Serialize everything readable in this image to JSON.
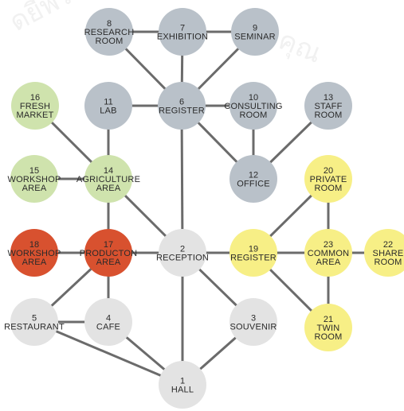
{
  "colors": {
    "grey": "#b9c1c9",
    "light": "#e3e3e3",
    "green": "#cfe3ad",
    "red": "#d8512f",
    "yellow": "#f7ef86",
    "edge": "#6b6b6b"
  },
  "nodes": [
    {
      "id": "8",
      "lines": [
        "RESEARCH",
        "ROOM"
      ],
      "color": "grey"
    },
    {
      "id": "7",
      "lines": [
        "EXHIBITION"
      ],
      "color": "grey"
    },
    {
      "id": "9",
      "lines": [
        "SEMINAR"
      ],
      "color": "grey"
    },
    {
      "id": "11",
      "lines": [
        "LAB"
      ],
      "color": "grey"
    },
    {
      "id": "6",
      "lines": [
        "REGISTER"
      ],
      "color": "grey"
    },
    {
      "id": "10",
      "lines": [
        "CONSULTING",
        "ROOM"
      ],
      "color": "grey"
    },
    {
      "id": "13",
      "lines": [
        "STAFF",
        "ROOM"
      ],
      "color": "grey"
    },
    {
      "id": "16",
      "lines": [
        "FRESH",
        "MARKET"
      ],
      "color": "green"
    },
    {
      "id": "15",
      "lines": [
        "WORKSHOP",
        "AREA"
      ],
      "color": "green"
    },
    {
      "id": "14",
      "lines": [
        "AGRICULTURE",
        "AREA"
      ],
      "color": "green"
    },
    {
      "id": "12",
      "lines": [
        "OFFICE"
      ],
      "color": "grey"
    },
    {
      "id": "20",
      "lines": [
        "PRIVATE",
        "ROOM"
      ],
      "color": "yellow"
    },
    {
      "id": "18",
      "lines": [
        "WORKSHOP",
        "AREA"
      ],
      "color": "red"
    },
    {
      "id": "17",
      "lines": [
        "PRODUCTON",
        "AREA"
      ],
      "color": "red"
    },
    {
      "id": "2",
      "lines": [
        "RECEPTION"
      ],
      "color": "light"
    },
    {
      "id": "19",
      "lines": [
        "REGISTER"
      ],
      "color": "yellow"
    },
    {
      "id": "23",
      "lines": [
        "COMMON",
        "AREA"
      ],
      "color": "yellow"
    },
    {
      "id": "22",
      "lines": [
        "SHARE",
        "ROOM"
      ],
      "color": "yellow"
    },
    {
      "id": "5",
      "lines": [
        "RESTAURANT"
      ],
      "color": "light"
    },
    {
      "id": "4",
      "lines": [
        "CAFE"
      ],
      "color": "light"
    },
    {
      "id": "3",
      "lines": [
        "SOUVENIR"
      ],
      "color": "light"
    },
    {
      "id": "21",
      "lines": [
        "TWIN",
        "ROOM"
      ],
      "color": "yellow"
    },
    {
      "id": "1",
      "lines": [
        "HALL"
      ],
      "color": "light"
    }
  ],
  "edges": [
    [
      "8",
      "7"
    ],
    [
      "7",
      "9"
    ],
    [
      "8",
      "6"
    ],
    [
      "7",
      "6"
    ],
    [
      "9",
      "6"
    ],
    [
      "11",
      "6"
    ],
    [
      "6",
      "10"
    ],
    [
      "6",
      "12"
    ],
    [
      "10",
      "12"
    ],
    [
      "13",
      "12"
    ],
    [
      "11",
      "14"
    ],
    [
      "16",
      "14"
    ],
    [
      "15",
      "14"
    ],
    [
      "14",
      "17"
    ],
    [
      "14",
      "2"
    ],
    [
      "6",
      "2"
    ],
    [
      "2",
      "17"
    ],
    [
      "18",
      "17"
    ],
    [
      "2",
      "1"
    ],
    [
      "2",
      "3"
    ],
    [
      "3",
      "1"
    ],
    [
      "2",
      "19"
    ],
    [
      "19",
      "20"
    ],
    [
      "20",
      "23"
    ],
    [
      "19",
      "23"
    ],
    [
      "23",
      "22"
    ],
    [
      "19",
      "21"
    ],
    [
      "23",
      "21"
    ],
    [
      "17",
      "5"
    ],
    [
      "17",
      "4"
    ],
    [
      "5",
      "4"
    ],
    [
      "5",
      "1"
    ],
    [
      "4",
      "1"
    ]
  ]
}
